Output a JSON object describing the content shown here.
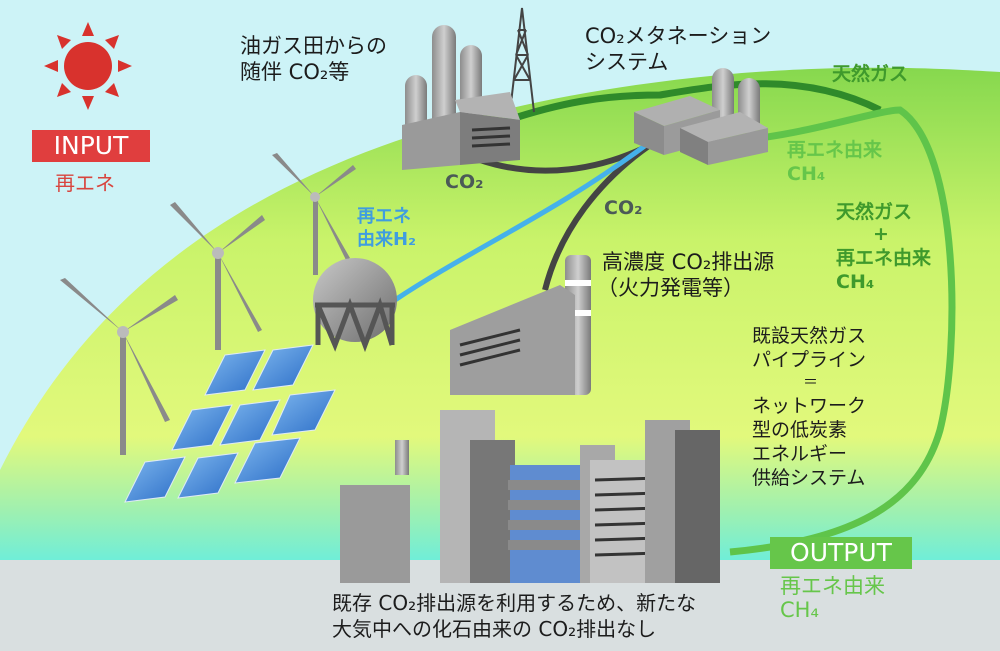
{
  "diagram": {
    "input": {
      "badge": "INPUT",
      "label": "再エネ",
      "icon": "sun-icon",
      "color": "#e03e3e"
    },
    "output": {
      "badge": "OUTPUT",
      "label_line1": "再エネ由来",
      "label_line2": "CH₄",
      "color": "#66c64a"
    },
    "oil_gas_field": {
      "line1": "油ガス田からの",
      "line2": "随伴 CO₂等"
    },
    "methanation": {
      "line1": "CO₂メタネーション",
      "line2": "システム"
    },
    "flows": {
      "natural_gas": "天然ガス",
      "re_ch4_line1": "再エネ由来",
      "re_ch4_line2": "CH₄",
      "mixed_line1": "天然ガス",
      "mixed_plus": "+",
      "mixed_line2": "再エネ由来",
      "mixed_line3": "CH₄",
      "co2_from_field": "CO₂",
      "co2_from_plant": "CO₂",
      "h2_line1": "再エネ",
      "h2_line2": "由来H₂"
    },
    "emission_source": {
      "line1": "高濃度 CO₂排出源",
      "line2": "（火力発電等）"
    },
    "pipeline_note": {
      "line1": "既設天然ガス",
      "line2": "パイプライン",
      "line3": "＝",
      "line4": "ネットワーク",
      "line5": "型の低炭素",
      "line6": "エネルギー",
      "line7": "供給システム"
    },
    "footer": {
      "line1": "既存 CO₂排出源を利用するため、新たな",
      "line2": "大気中への化石由来の CO₂排出なし"
    },
    "colors": {
      "sky": "#cdf3f7",
      "hill_top": "#8fdb52",
      "hill_low": "#e3f97a",
      "ground": "#d9dfe0",
      "natural_gas_pipe": "#2f8a2a",
      "re_pipe": "#5fc44a",
      "co2_pipe": "#444444",
      "h2_pipe": "#45b1ea"
    }
  }
}
